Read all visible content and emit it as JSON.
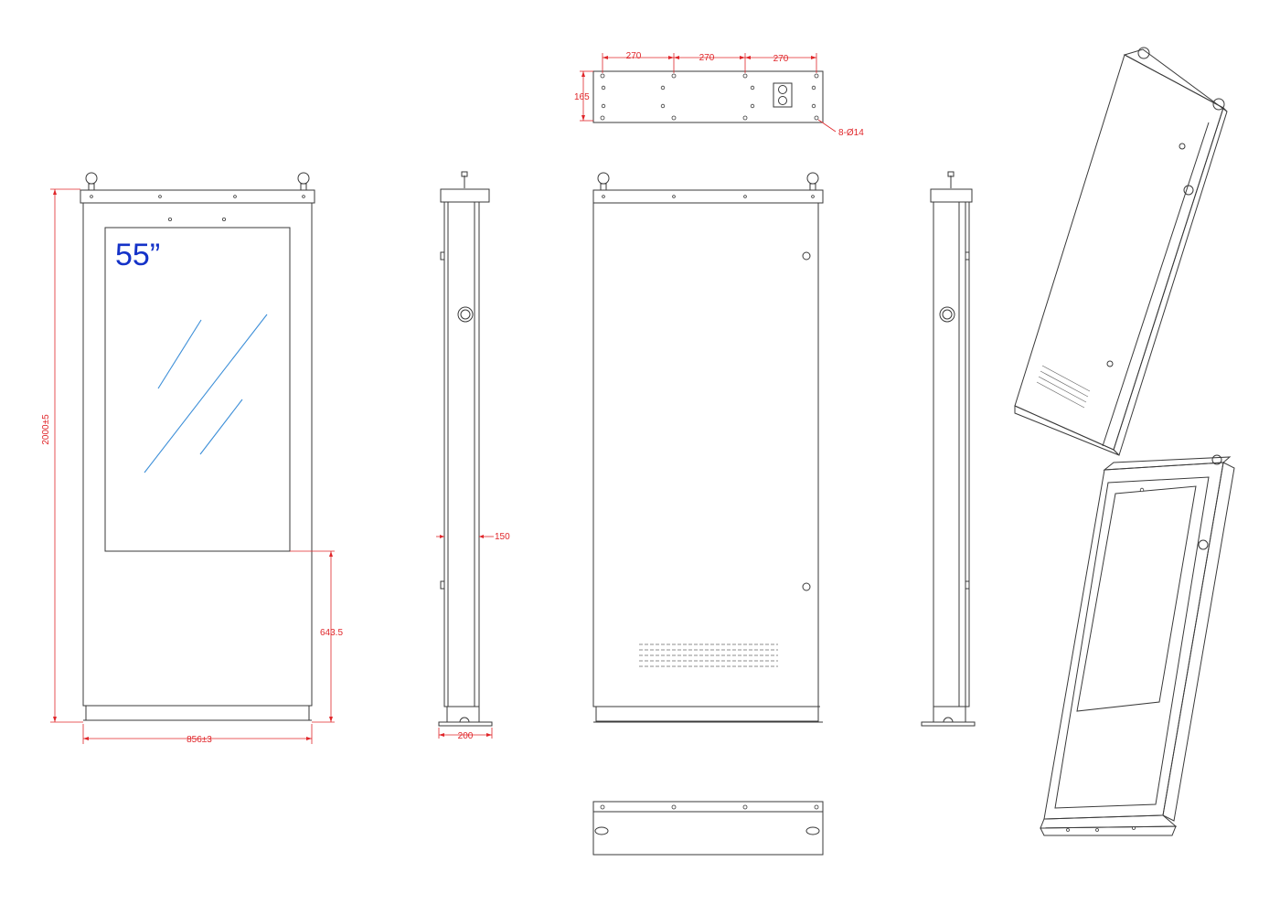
{
  "drawing": {
    "screen_size_label": "55”",
    "dimensions": {
      "height": "2000±5",
      "width": "856±3",
      "screen_bottom_height": "643.5",
      "side_depth": "150",
      "base_depth": "200",
      "top_spacing_1": "270",
      "top_spacing_2": "270",
      "top_spacing_3": "270",
      "top_plate_depth": "165",
      "top_holes": "8-Ø14"
    },
    "colors": {
      "line": "#3a3a3a",
      "dimension": "#e0262a",
      "label": "#1432c8",
      "glass": "#3d8fd8"
    }
  }
}
